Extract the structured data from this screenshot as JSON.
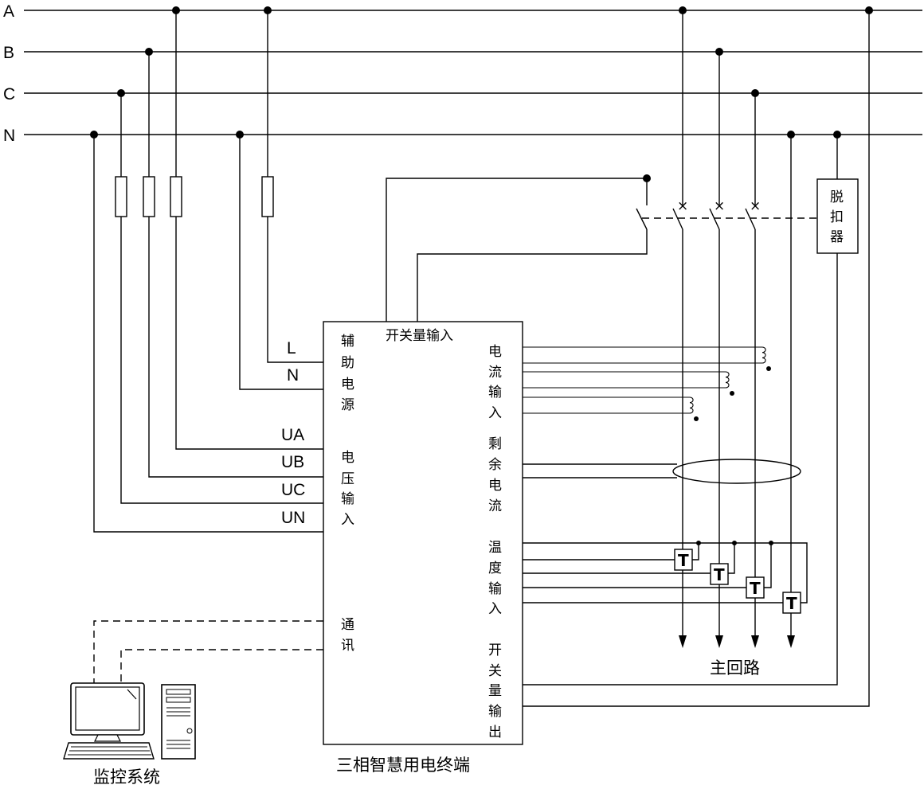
{
  "buses": [
    "A",
    "B",
    "C",
    "N"
  ],
  "terminal": {
    "title": "三相智慧用电终端",
    "aux_power": {
      "label": [
        "辅",
        "助",
        "电",
        "源"
      ],
      "pins": [
        "L",
        "N"
      ]
    },
    "voltage_input": {
      "label": [
        "电",
        "压",
        "输",
        "入"
      ],
      "pins": [
        "UA",
        "UB",
        "UC",
        "UN"
      ]
    },
    "communication": {
      "label": [
        "通",
        "讯"
      ]
    },
    "switch_input": {
      "label": "开关量输入"
    },
    "current_input": {
      "label": [
        "电",
        "流",
        "输",
        "入"
      ]
    },
    "residual_current": {
      "label": [
        "剩",
        "余",
        "电",
        "流"
      ]
    },
    "temperature_input": {
      "label": [
        "温",
        "度",
        "输",
        "入"
      ]
    },
    "switch_output": {
      "label": [
        "开",
        "关",
        "量",
        "输",
        "出"
      ]
    }
  },
  "trip_unit": {
    "label": [
      "脱",
      "扣",
      "器"
    ]
  },
  "main_circuit": "主回路",
  "monitoring_system": "监控系统",
  "temp_sensor_symbol": "T",
  "breaker_symbol": "×"
}
